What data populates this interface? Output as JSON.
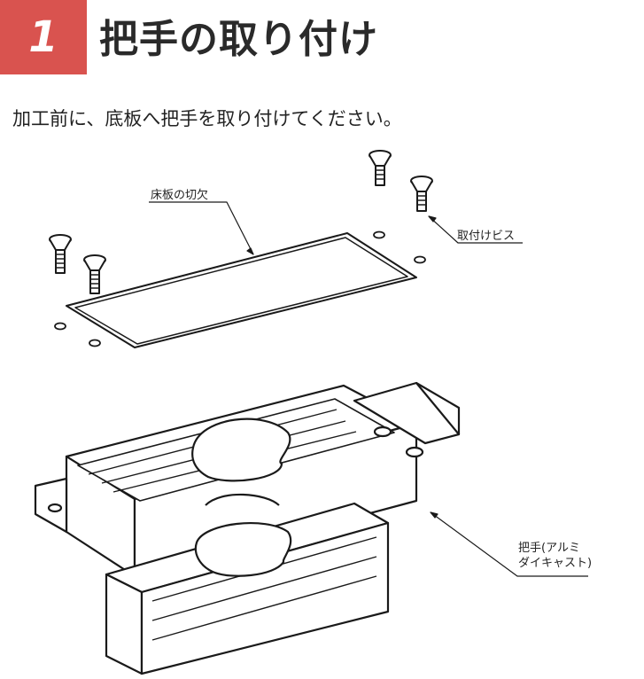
{
  "step": {
    "number": "1",
    "title": "把手の取り付け"
  },
  "instruction": "加工前に、底板へ把手を取り付けてください。",
  "labels": {
    "floor_cutout": "床板の切欠",
    "mounting_screw": "取付けビス",
    "handle_line1": "把手(アルミ",
    "handle_line2": "ダイキャスト)"
  },
  "colors": {
    "badge": "#d9534f",
    "line": "#1a1a1a"
  }
}
